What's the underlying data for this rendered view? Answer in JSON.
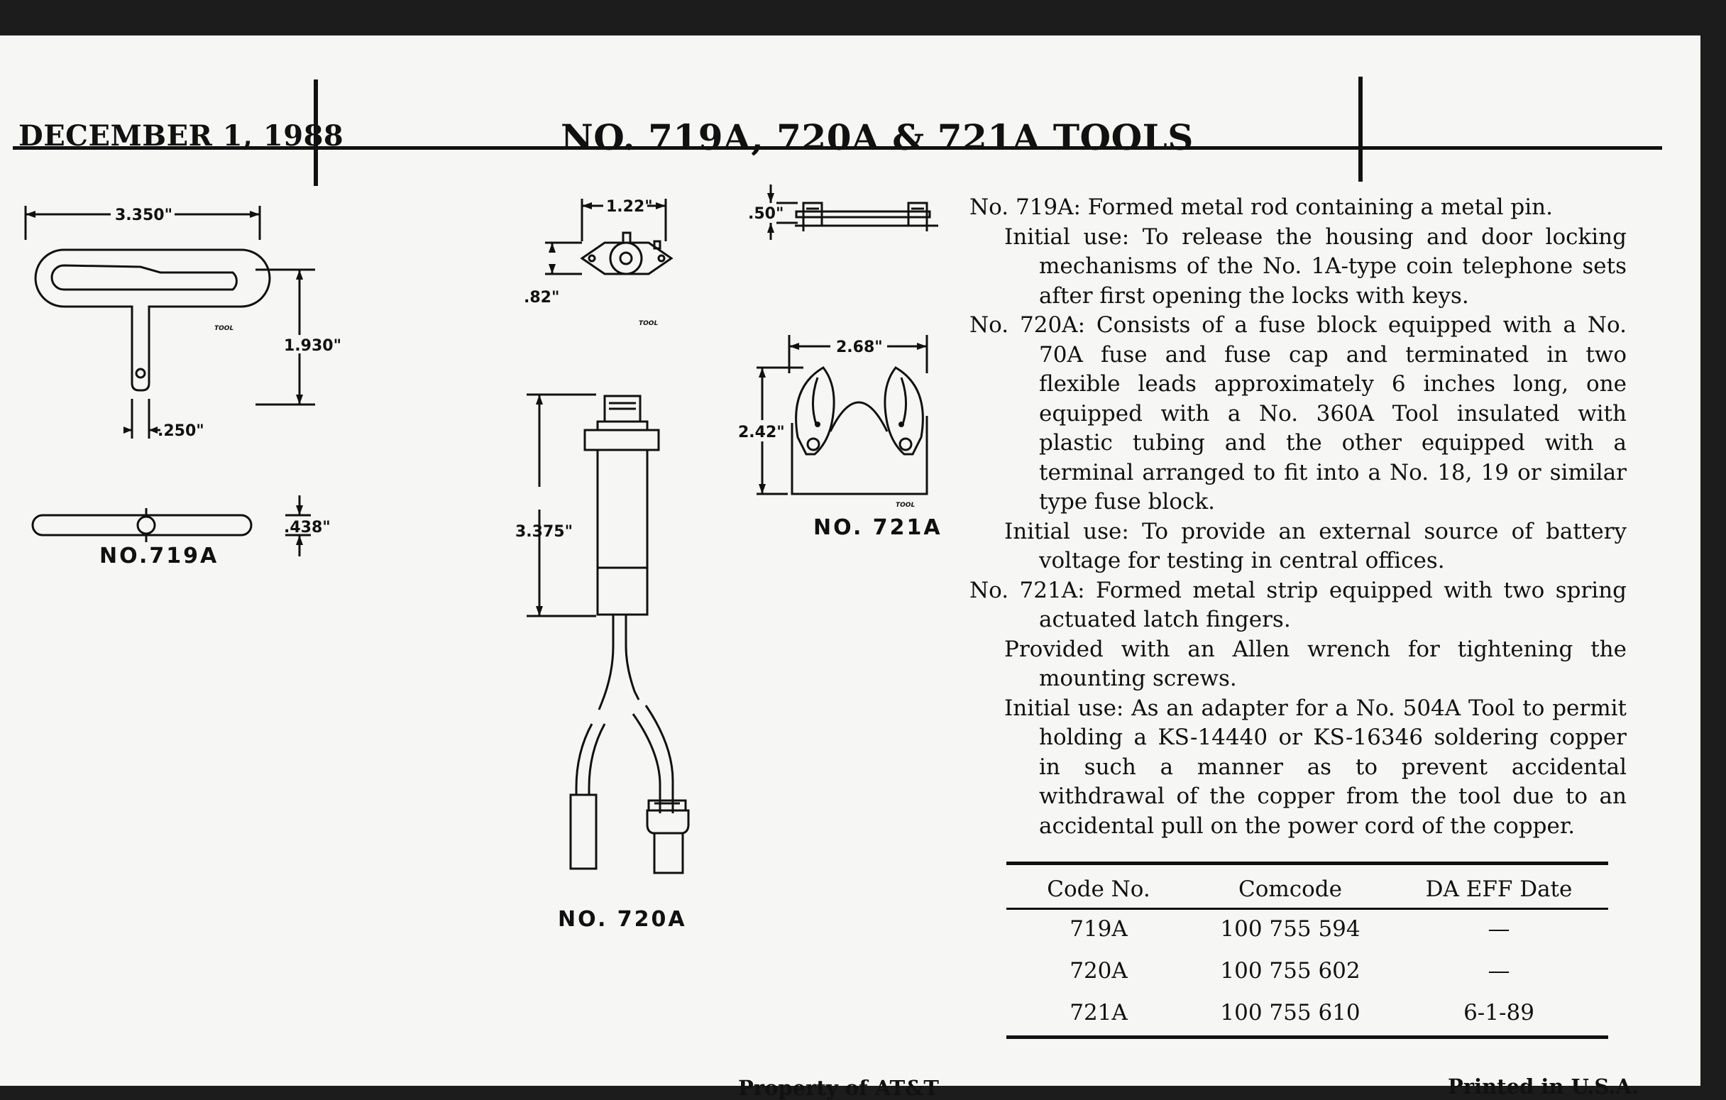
{
  "header": {
    "date": "DECEMBER 1, 1988",
    "title": "NO. 719A, 720A & 721A TOOLS"
  },
  "figures": {
    "tool_719a": {
      "caption": "NO.719A",
      "dim_length": "3.350\"",
      "dim_height": "1.930\"",
      "dim_stem": ".250\"",
      "dim_thickness": ".438\"",
      "stamp": "TOOL"
    },
    "tool_720a": {
      "caption": "NO. 720A",
      "dim_width": "1.22\"",
      "dim_height": ".82\"",
      "dim_length": "3.375\"",
      "stamp": "TOOL"
    },
    "tool_721a": {
      "caption": "NO. 721A",
      "dim_thickness": ".50\"",
      "dim_width": "2.68\"",
      "dim_height": "2.42\"",
      "stamp": "TOOL"
    }
  },
  "description": {
    "p719_head": "No. 719A: Formed metal rod containing a metal pin.",
    "p719_use": "Initial use: To release the housing and door locking mechanisms of the No. 1A-type coin telephone sets after first opening the locks with keys.",
    "p720_head": "No. 720A: Consists of a fuse block equipped with a No. 70A fuse and fuse cap and terminated in two flexible leads approximately 6 inches long, one equipped with a No. 360A Tool insulated with plastic tubing and the other equipped with a terminal arranged to fit into a No. 18, 19 or similar type fuse block.",
    "p720_use": "Initial use: To provide an external source of battery voltage for testing in central offices.",
    "p721_head": "No. 721A: Formed metal strip equipped with two spring actuated latch fingers.",
    "p721_note": "Provided with an Allen wrench for tightening the mounting screws.",
    "p721_use": "Initial use: As an adapter for a No. 504A Tool to permit holding a KS-14440 or KS-16346 soldering copper in such a manner as to prevent accidental withdrawal of the copper from the tool due to an accidental pull on the power cord of the copper."
  },
  "code_table": {
    "headers": [
      "Code No.",
      "Comcode",
      "DA EFF Date"
    ],
    "rows": [
      [
        "719A",
        "100 755 594",
        "—"
      ],
      [
        "720A",
        "100 755 602",
        "—"
      ],
      [
        "721A",
        "100 755 610",
        "6-1-89"
      ]
    ]
  },
  "footer": {
    "property": "Property of AT&T",
    "printed": "Printed in U.S.A."
  }
}
